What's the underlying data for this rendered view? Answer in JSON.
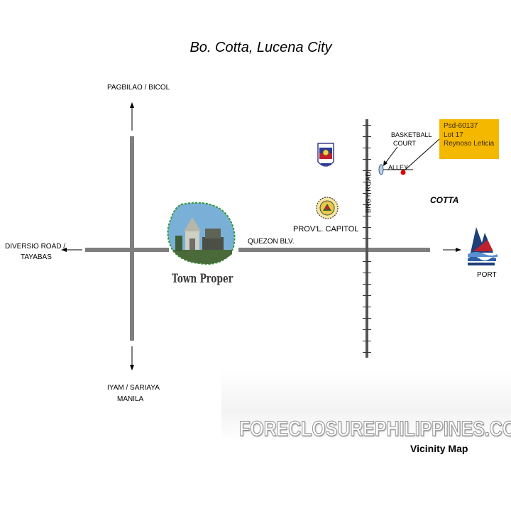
{
  "title": "Bo. Cotta, Lucena City",
  "directions": {
    "north": "PAGBILAO / BICOL",
    "west_line1": "DIVERSIO ROAD /",
    "west_line2": "TAYABAS",
    "south_line1": "IYAM / SARIAYA",
    "south_line2": "MANILA"
  },
  "roads": {
    "quezon": "QUEZON BLV.",
    "brgy": "BRGY ROAD",
    "alley": "ALLEY"
  },
  "landmarks": {
    "basketball_line1": "BASKETBALL",
    "basketball_line2": "COURT",
    "capitol": "PROV'L. CAPITOL",
    "town": "Town Proper",
    "port": "PORT",
    "area": "COTTA"
  },
  "property": {
    "line1": "Psd-60137",
    "line2": "Lot  17",
    "line3": "Reynoso Leticia",
    "callout_color": "#f5b800",
    "marker_color": "#e00000"
  },
  "watermark": "FORECLOSUREPHILIPPINES.COM",
  "caption": "Vicinity Map",
  "icons": [
    "seal-icon",
    "capitol-seal-icon",
    "town-proper-image",
    "port-icon",
    "arrow-up-icon",
    "arrow-down-icon",
    "arrow-left-icon",
    "arrow-right-icon"
  ]
}
